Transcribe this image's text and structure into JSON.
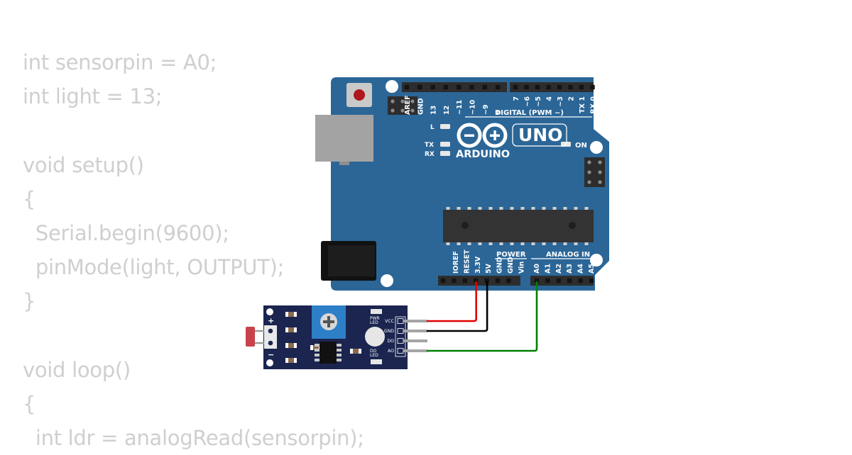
{
  "code_lines": [
    "int sensorpin = A0;",
    "int light = 13;",
    "",
    "void setup()",
    "{",
    "  Serial.begin(9600);",
    "  pinMode(light, OUTPUT);",
    "}",
    "",
    "void loop()",
    "{",
    "  int ldr = analogRead(sensorpin);"
  ],
  "board": {
    "brand": "ARDUINO",
    "model": "UNO",
    "digital_header_label": "DIGITAL (PWM ~)",
    "power_header_label": "POWER",
    "analog_header_label": "ANALOG IN",
    "digital_pins_left": [
      "AREF",
      "GND",
      "13",
      "12",
      "~11",
      "~10",
      "~9",
      "8"
    ],
    "digital_pins_right": [
      "7",
      "~6",
      "~5",
      "4",
      "~3",
      "2",
      "TX 1",
      "RX 0"
    ],
    "power_pins": [
      "IOREF",
      "RESET",
      "3.3V",
      "5V",
      "GND",
      "GND",
      "Vin"
    ],
    "analog_pins": [
      "A0",
      "A1",
      "A2",
      "A3",
      "A4",
      "A5"
    ],
    "led_labels": {
      "l": "L",
      "tx": "TX",
      "rx": "RX",
      "on": "ON"
    },
    "color": "#2a6496"
  },
  "sensor": {
    "pins": [
      "VCC",
      "GND",
      "DO",
      "AO"
    ],
    "pwr_led_label": [
      "PWR",
      "LED"
    ],
    "do_led_label": [
      "DO",
      "LED"
    ],
    "plus_label": "+",
    "minus_label": "−",
    "color": "#1b2550"
  },
  "wires": [
    {
      "from": "VCC",
      "to": "5V",
      "color": "#e00000"
    },
    {
      "from": "GND",
      "to": "GND",
      "color": "#000000"
    },
    {
      "from": "AO",
      "to": "A0",
      "color": "#008000"
    }
  ]
}
